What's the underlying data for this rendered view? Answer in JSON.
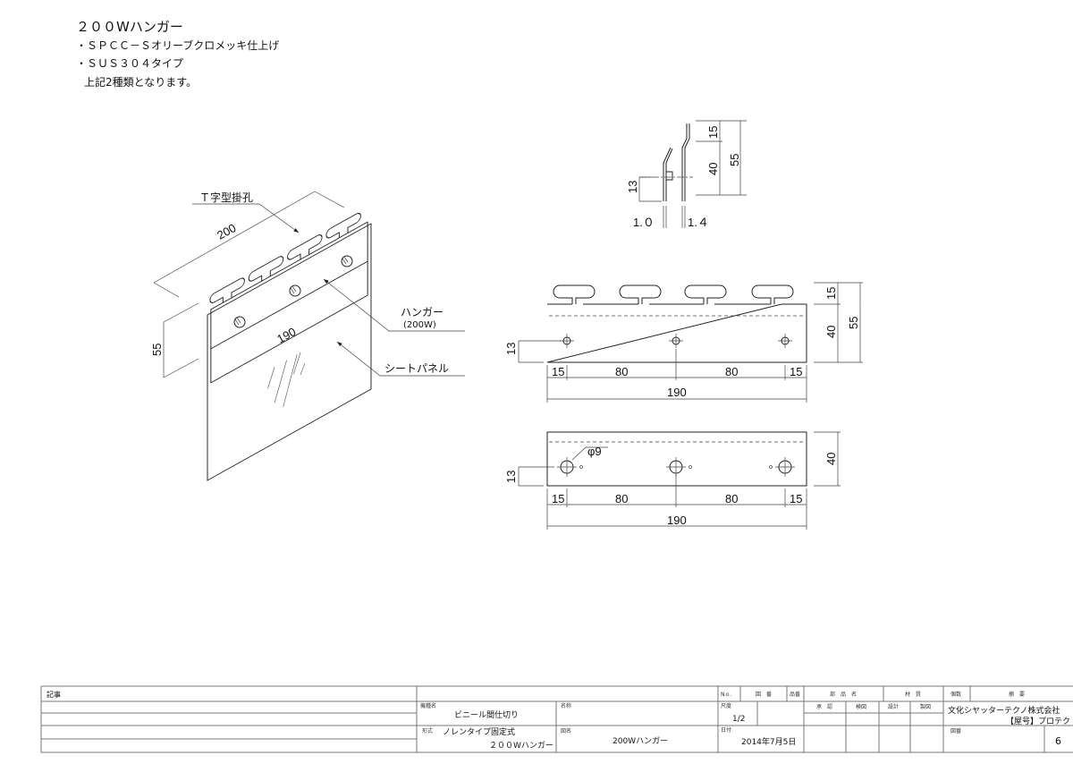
{
  "notes": {
    "title": "２００Wハンガー",
    "line1": "・ＳＰＣＣ－Ｓオリーブクロメッキ仕上げ",
    "line2": "・ＳＵＳ３０４タイプ",
    "line3": "上記2種類となります。"
  },
  "iso_view": {
    "label_t_hole": "Ｔ字型掛孔",
    "label_hanger": "ハンガー",
    "label_hanger_sub": "(200W)",
    "label_sheet": "シートパネル",
    "dim_200": "200",
    "dim_190": "190",
    "dim_55": "55"
  },
  "side_view": {
    "dim_15": "15",
    "dim_40": "40",
    "dim_55": "55",
    "dim_13": "13",
    "thk_1": "1.０",
    "thk_2": "1.４"
  },
  "front_view_1": {
    "dim_15_right": "15",
    "dim_40": "40",
    "dim_55": "55",
    "dim_13": "13",
    "dim_15a": "15",
    "dim_80a": "80",
    "dim_80b": "80",
    "dim_15b": "15",
    "dim_190": "190"
  },
  "front_view_2": {
    "dim_40": "40",
    "dim_13": "13",
    "hole": "φ9",
    "dim_15a": "15",
    "dim_80a": "80",
    "dim_80b": "80",
    "dim_15b": "15",
    "dim_190": "190"
  },
  "title_block": {
    "remarks": "記事",
    "h_no": "Nｏ.",
    "h_drawing_no": "図　番",
    "h_part_no": "品番",
    "h_part_name": "部　品　名",
    "h_material": "材　質",
    "h_qty": "個数",
    "h_summary": "摘　要",
    "model_label": "機種名",
    "model_value": "ビニール間仕切り",
    "name_label": "名称",
    "scale_label": "尺度",
    "scale_value": "1/2",
    "approve": "承　認",
    "check": "検図",
    "design": "設計",
    "draft": "製図",
    "company": "文化シヤッターテクノ株式会社",
    "company_sub": "【屋号】プロテク",
    "type_label": "形式",
    "type_value1": "ノレンタイプ固定式",
    "type_value2": "２００Wハンガー",
    "drawing_name_label": "図名",
    "drawing_name_value": "200Wハンガー",
    "date_label": "日付",
    "date_value": "2014年7月5日",
    "drawing_no_label": "図番",
    "drawing_no_value": "6"
  }
}
